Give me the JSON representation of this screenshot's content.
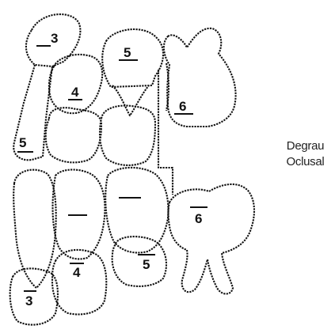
{
  "caption": {
    "line1": "Degrau",
    "line2": "Oclusal"
  },
  "upper_teeth": [
    {
      "id": "u3",
      "label": "3",
      "bar": "under"
    },
    {
      "id": "u4",
      "label": "4",
      "bar": "under"
    },
    {
      "id": "u5",
      "label": "5",
      "bar": "under"
    },
    {
      "id": "u6",
      "label": "6",
      "bar": "under"
    },
    {
      "id": "u5b",
      "label": "5",
      "bar": "under"
    }
  ],
  "lower_teeth": [
    {
      "id": "l3",
      "label": "3",
      "bar": "over"
    },
    {
      "id": "l4",
      "label": "4",
      "bar": "over"
    },
    {
      "id": "l5",
      "label": "5",
      "bar": "over"
    },
    {
      "id": "l6",
      "label": "6",
      "bar": "over"
    }
  ],
  "colors": {
    "outline": "#111111",
    "background": "#ffffff"
  }
}
